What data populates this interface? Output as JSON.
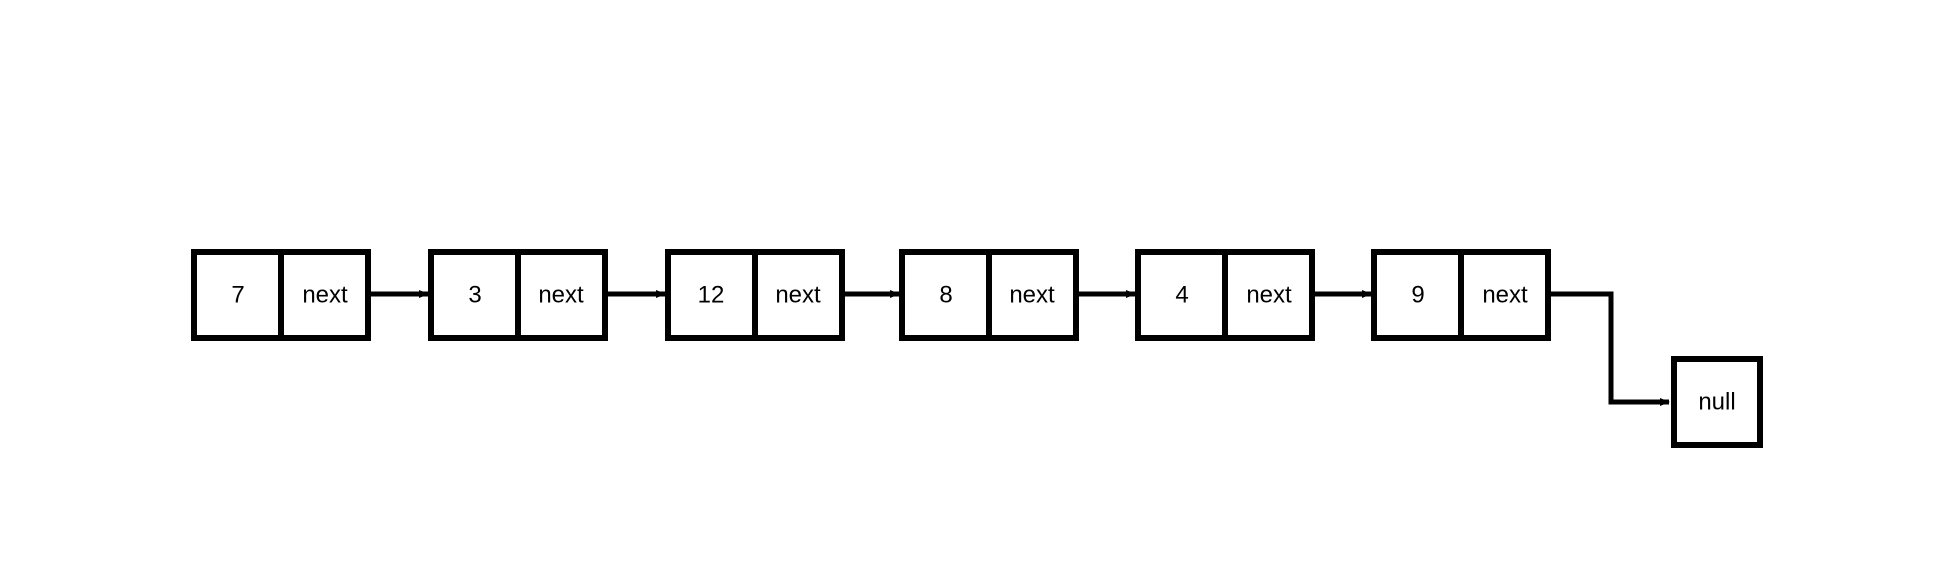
{
  "diagram": {
    "nodes": [
      {
        "value": "7",
        "pointer_label": "next"
      },
      {
        "value": "3",
        "pointer_label": "next"
      },
      {
        "value": "12",
        "pointer_label": "next"
      },
      {
        "value": "8",
        "pointer_label": "next"
      },
      {
        "value": "4",
        "pointer_label": "next"
      },
      {
        "value": "9",
        "pointer_label": "next"
      }
    ],
    "terminal": {
      "label": "null"
    },
    "colors": {
      "stroke": "#000000",
      "background": "#ffffff"
    }
  }
}
